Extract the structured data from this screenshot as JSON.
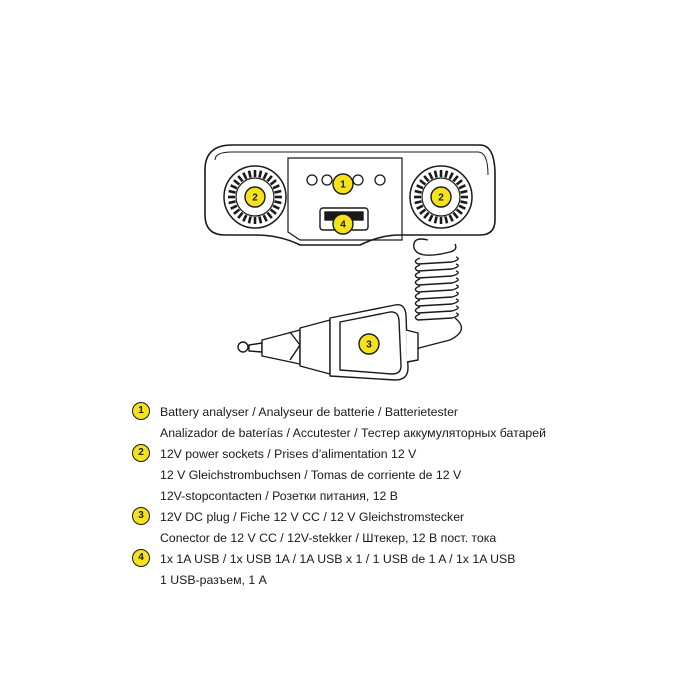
{
  "callouts": [
    {
      "number": "1",
      "part": "battery-analyser"
    },
    {
      "number": "2",
      "part": "power-socket-left"
    },
    {
      "number": "2",
      "part": "power-socket-right"
    },
    {
      "number": "3",
      "part": "dc-plug"
    },
    {
      "number": "4",
      "part": "usb-port"
    }
  ],
  "legend": [
    {
      "number": "1",
      "lines": [
        "Battery analyser / Analyseur de batterie / Batterietester",
        "Analizador de baterías / Accutester / Тестер аккумуляторных батарей"
      ]
    },
    {
      "number": "2",
      "lines": [
        "12V power sockets / Prises d’alimentation 12 V",
        "12 V Gleichstrombuchsen / Tomas de corriente de 12 V",
        "12V-stopcontacten / Розетки питания, 12 В"
      ]
    },
    {
      "number": "3",
      "lines": [
        "12V DC plug / Fiche 12 V CC / 12 V Gleichstromstecker",
        "Conector de 12 V CC / 12V-stekker / Штекер, 12 В пост. тока"
      ]
    },
    {
      "number": "4",
      "lines": [
        "1x 1A USB / 1x USB 1A / 1A USB x 1 / 1 USB de 1 A / 1x 1A USB",
        "1 USB-разъем, 1 А"
      ]
    }
  ],
  "colors": {
    "badge": "#f5e21a",
    "outline": "#1a1a1a"
  }
}
